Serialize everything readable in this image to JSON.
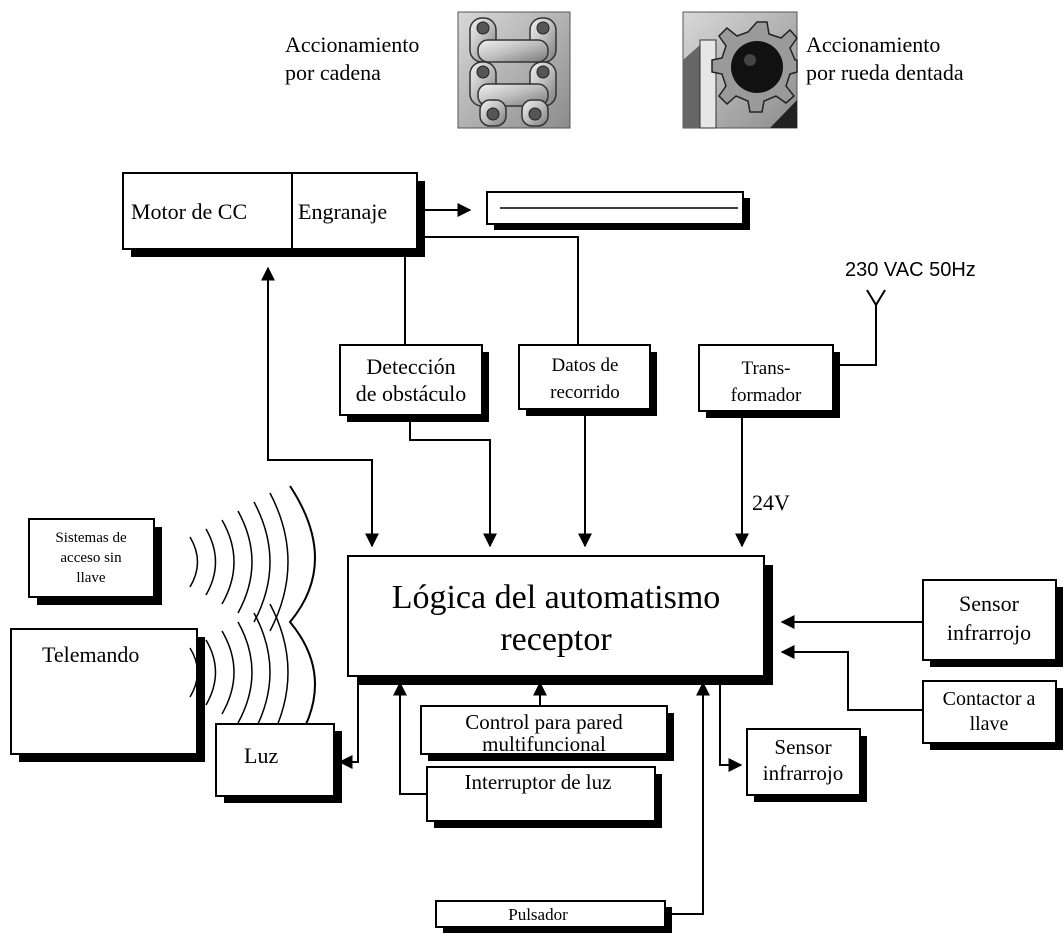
{
  "drives": {
    "chain": {
      "label_line1": "Accionamiento",
      "label_line2": "por cadena",
      "icon": "chain-drive-icon"
    },
    "gear": {
      "label_line1": "Accionamiento",
      "label_line2": "por rueda dentada",
      "icon": "gear-drive-icon"
    }
  },
  "blocks": {
    "motor": "Motor de CC",
    "gearbox": "Engranaje",
    "obstacle_line1": "Detección",
    "obstacle_line2": "de obstáculo",
    "travel_line1": "Datos de",
    "travel_line2": "recorrido",
    "transformer_line1": "Trans-",
    "transformer_line2": "formador",
    "supply": "230 VAC 50Hz",
    "voltage": "24V",
    "logic_line1": "Lógica del automatismo",
    "logic_line2": "receptor",
    "keyless_line1": "Sistemas de",
    "keyless_line2": "acceso sin",
    "keyless_line3": "llave",
    "remote": "Telemando",
    "ir_sensor_right_line1": "Sensor",
    "ir_sensor_right_line2": "infrarrojo",
    "key_switch_line1": "Contactor a",
    "key_switch_line2": "llave",
    "light": "Luz",
    "wall_control_line1": "Control para pared",
    "wall_control_line2": "multifuncional",
    "light_switch": "Interruptor de luz",
    "push_button": "Pulsador",
    "ir_sensor_bottom_line1": "Sensor",
    "ir_sensor_bottom_line2": "infrarrojo"
  }
}
